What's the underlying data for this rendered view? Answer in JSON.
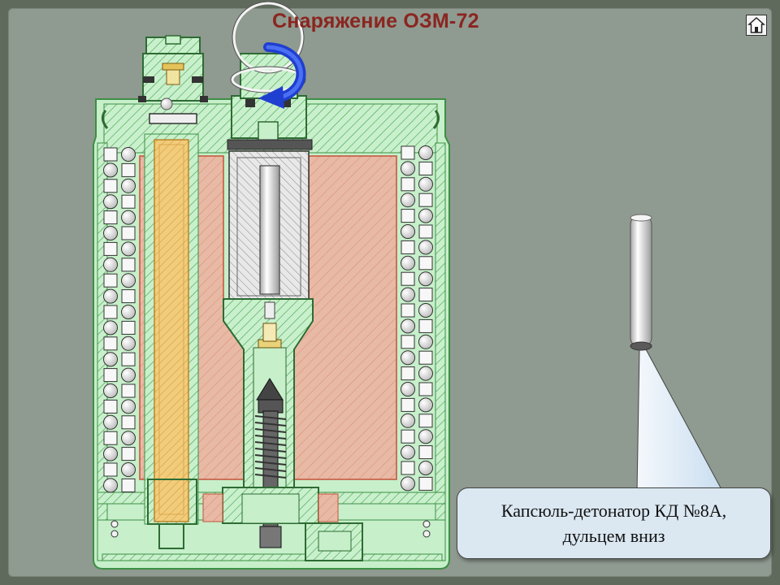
{
  "slide": {
    "title": "Снаряжение ОЗМ-72",
    "home_icon": "home-icon"
  },
  "callout": {
    "line1": "Капсюль-детонатор КД №8А,",
    "line2": "дульцем вниз"
  },
  "colors": {
    "title": "#8b2520",
    "body_green": "#c8f0cc",
    "hatch_green": "#4a9e52",
    "charge": "#e9b8a4",
    "charge_edge": "#c4523a",
    "detonator_tube": "#f0c46a",
    "callout_bg": "#dbe8f2",
    "rotation_arrow": "#1f3fd0"
  }
}
